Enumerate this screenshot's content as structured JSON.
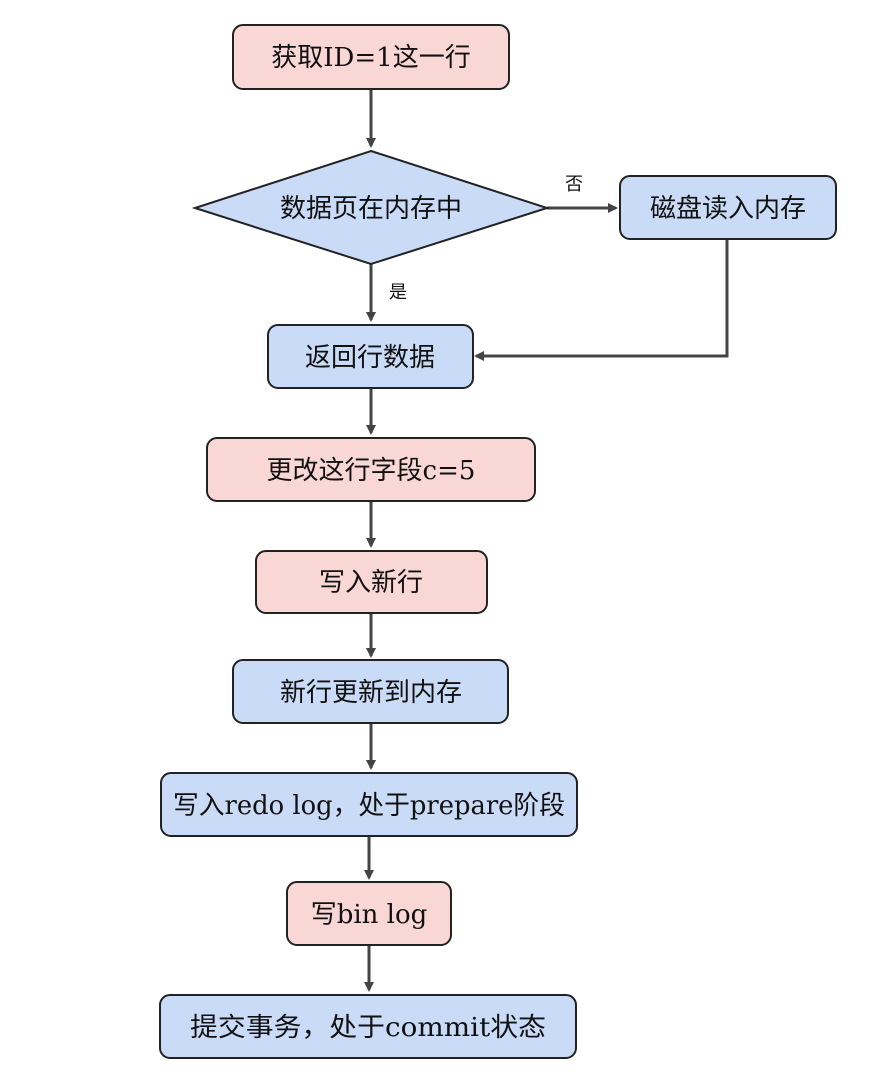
{
  "colors": {
    "pink": "#f9d7d5",
    "blue": "#c9dbf7",
    "arrow": "#444444"
  },
  "nodes": {
    "get_row": "获取ID=1这一行",
    "in_memory": "数据页在内存中",
    "disk_read": "磁盘读入内存",
    "return_row": "返回行数据",
    "update_field": "更改这行字段c=5",
    "write_row": "写入新行",
    "update_memory": "新行更新到内存",
    "redo_prepare": "写入redo log，处于prepare阶段",
    "write_binlog": "写bin log",
    "commit": "提交事务，处于commit状态"
  },
  "edges": {
    "no": "否",
    "yes": "是"
  }
}
